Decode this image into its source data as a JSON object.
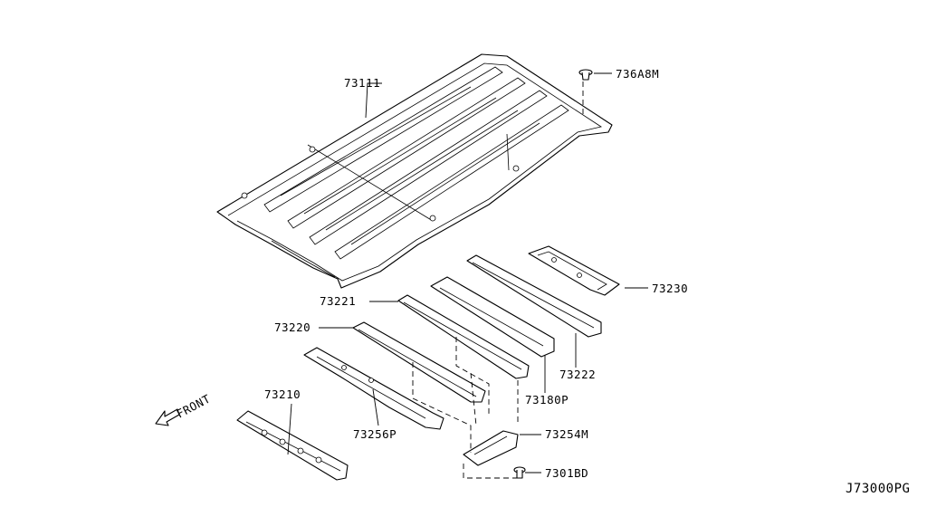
{
  "diagram": {
    "drawing_code": "J73000PG",
    "front_label": "FRONT",
    "callouts": {
      "roof_panel": "73111",
      "clip": "736A8M",
      "bow_rear": "73230",
      "bow_a": "73221",
      "bow_b": "73222",
      "bow_c": "73220",
      "reinforcement_center": "73180P",
      "reinforcement_front": "73256P",
      "bracket": "73254M",
      "bolt": "7301BD",
      "rail_front": "73210"
    }
  }
}
